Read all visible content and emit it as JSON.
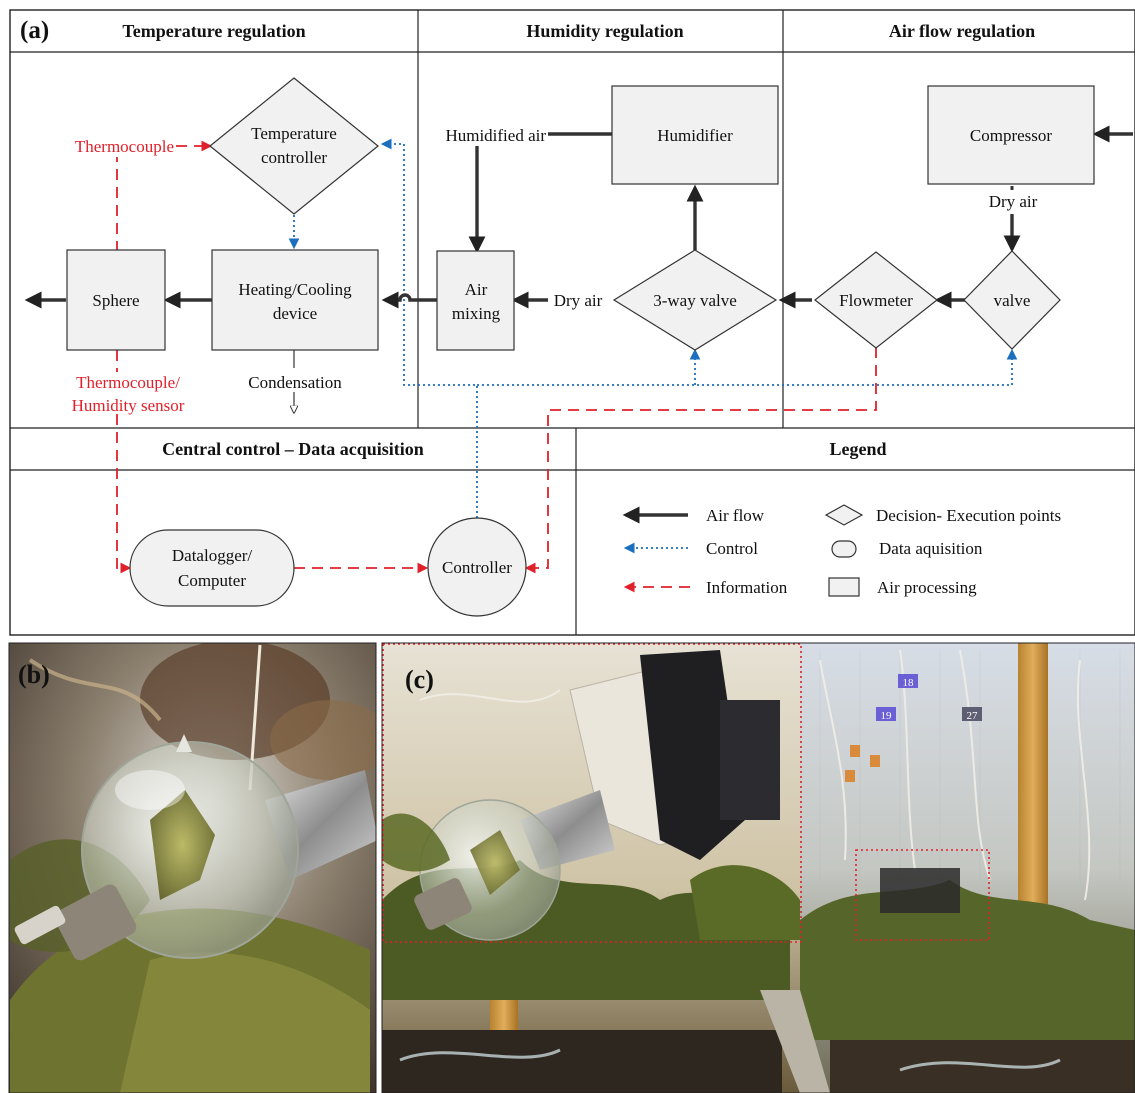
{
  "panel_a": {
    "letter": "(a)",
    "headers": {
      "temperature": "Temperature regulation",
      "humidity": "Humidity regulation",
      "airflow": "Air flow regulation",
      "central": "Central control – Data acquisition",
      "legend": "Legend"
    },
    "nodes": {
      "temp_controller_1": "Temperature",
      "temp_controller_2": "controller",
      "humidifier": "Humidifier",
      "compressor": "Compressor",
      "sphere": "Sphere",
      "heating_1": "Heating/Cooling",
      "heating_2": "device",
      "air_mixing_1": "Air",
      "air_mixing_2": "mixing",
      "three_way_valve": "3-way valve",
      "flowmeter": "Flowmeter",
      "valve": "valve",
      "datalogger_1": "Datalogger/",
      "datalogger_2": "Computer",
      "controller": "Controller"
    },
    "labels": {
      "thermocouple": "Thermocouple",
      "humidified_air": "Humidified air",
      "dry_air_top": "Dry air",
      "dry_air_mid": "Dry air",
      "condensation": "Condensation",
      "thermo_humidity_1": "Thermocouple/",
      "thermo_humidity_2": "Humidity sensor"
    },
    "legend": {
      "air_flow": "Air flow",
      "control": "Control",
      "information": "Information",
      "decision": "Decision- Execution points",
      "data_acq": "Data aquisition",
      "air_processing": "Air processing"
    },
    "colors": {
      "information": "#e0202a",
      "control": "#1c6fbf",
      "air_flow": "#333333",
      "box_fill": "#f1f1f1"
    }
  },
  "panel_b": {
    "letter": "(b)"
  },
  "panel_c": {
    "letter": "(c)",
    "tags": [
      "18",
      "19",
      "27"
    ]
  }
}
